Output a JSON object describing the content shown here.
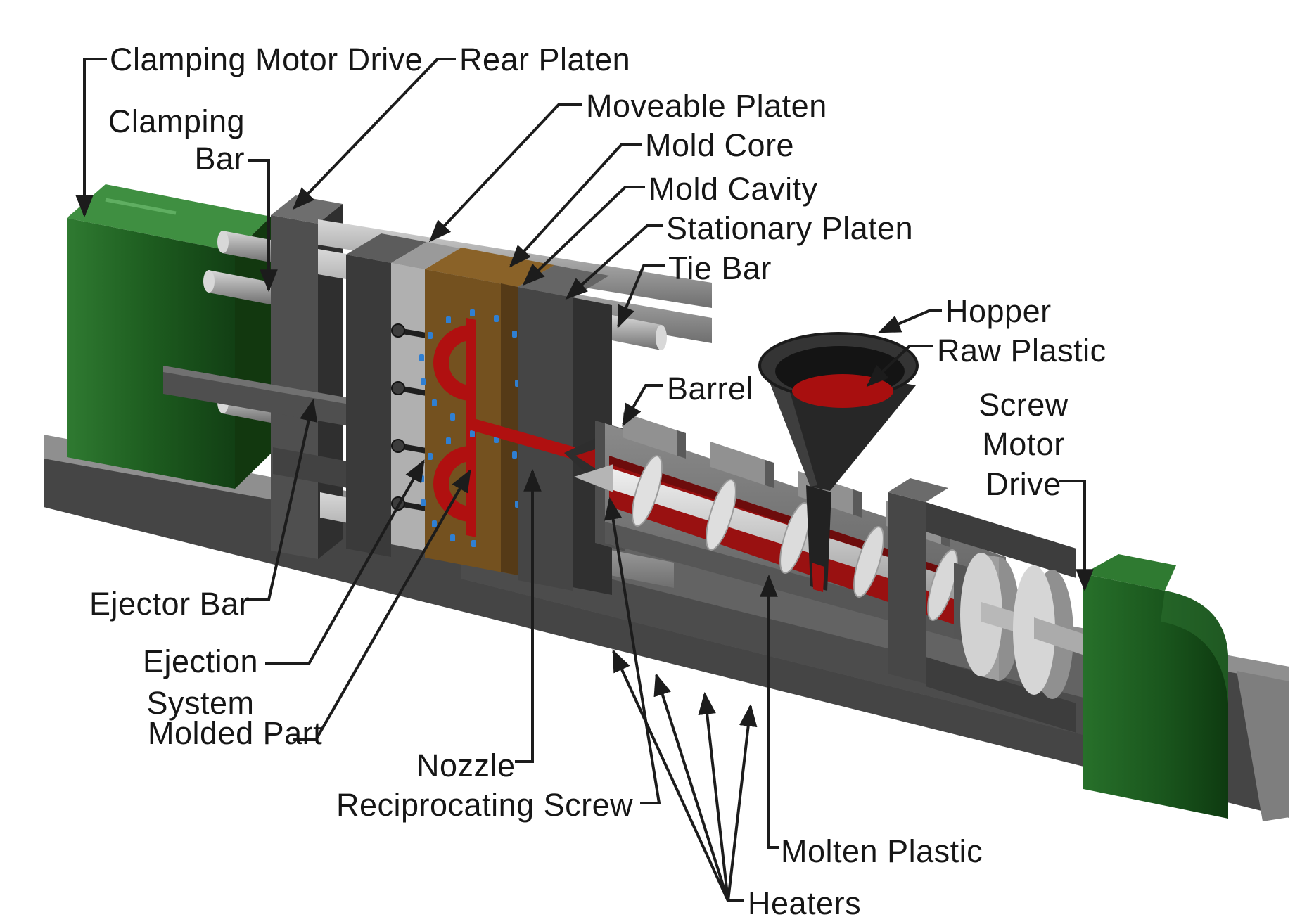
{
  "labels": {
    "clamping_motor_drive": "Clamping Motor Drive",
    "clamping_bar": "Clamping\nBar",
    "rear_platen": "Rear Platen",
    "moveable_platen": "Moveable Platen",
    "mold_core": "Mold Core",
    "mold_cavity": "Mold Cavity",
    "stationary_platen": "Stationary Platen",
    "tie_bar": "Tie Bar",
    "barrel": "Barrel",
    "hopper": "Hopper",
    "raw_plastic": "Raw Plastic",
    "screw_motor_drive": "Screw\nMotor\nDrive",
    "ejector_bar": "Ejector Bar",
    "ejection_system": "Ejection\nSystem",
    "molded_part": "Molded Part",
    "nozzle": "Nozzle",
    "reciprocating_screw": "Reciprocating Screw",
    "molten_plastic": "Molten Plastic",
    "heaters": "Heaters"
  },
  "colors": {
    "background": "#ffffff",
    "label_text": "#161616",
    "leader_line": "#1c1c1c",
    "motor_green": "#1d5c1f",
    "base_gray": "#4a4a4a",
    "platen_gray": "#454545",
    "mold_brown": "#74511f",
    "plastic_red": "#b01010",
    "cooling_channel_blue": "#2f7fd2",
    "screw_silver": "#c9c9c9",
    "hopper_dark": "#2a2a2a"
  }
}
